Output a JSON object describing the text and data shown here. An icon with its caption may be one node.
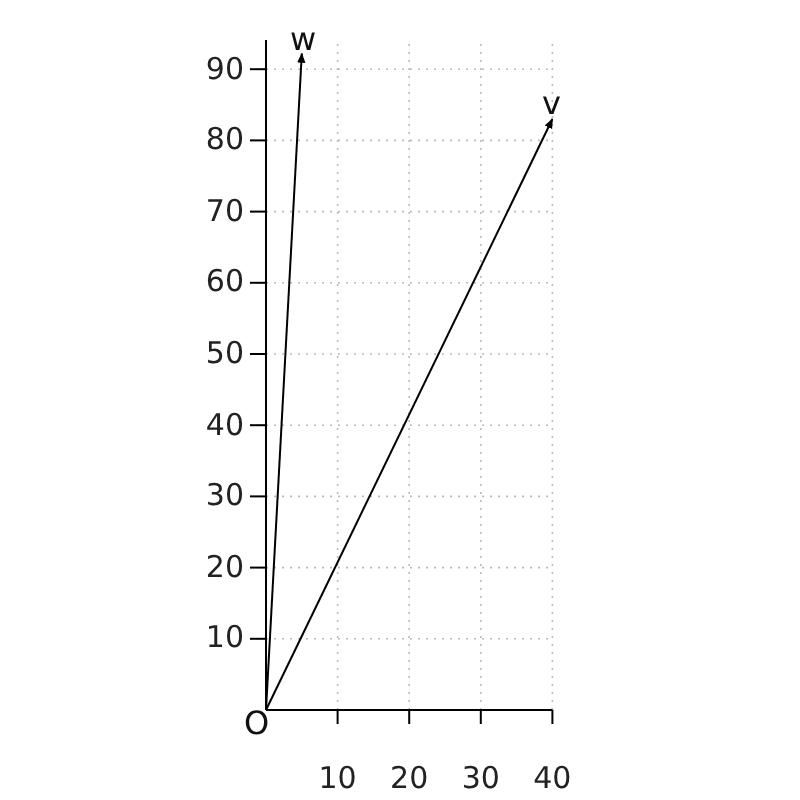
{
  "diagram": {
    "nodes": [
      {
        "text": [
          "O"
        ]
      },
      {
        "text": [
          "w"
        ]
      },
      {
        "text": [
          "v"
        ]
      }
    ],
    "edges": [
      {
        "from": 0,
        "to": 1,
        "arrow": "to"
      },
      {
        "from": 0,
        "to": 2,
        "arrow": "to"
      }
    ],
    "labels": [
      "90",
      "80",
      "70",
      "60",
      "50",
      "40",
      "30",
      "20",
      "10",
      "10",
      "20",
      "30",
      "40"
    ]
  }
}
